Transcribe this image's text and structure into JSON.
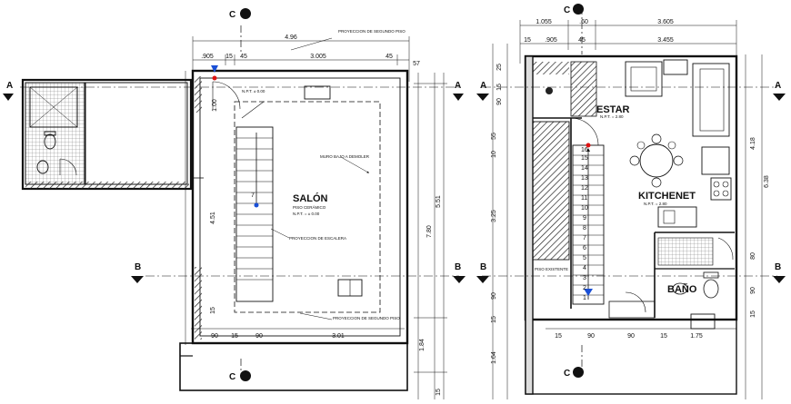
{
  "section_marks": [
    "A",
    "B",
    "C"
  ],
  "left_plan": {
    "top_note": "PROYECCION DE SEGUNDO PISO",
    "top_dims": [
      "4.96",
      ".905",
      "15",
      "45",
      "3.005",
      "45",
      "57"
    ],
    "right_dims": [
      "5.51",
      "7.80",
      "1.84",
      "15"
    ],
    "left_dims": [
      "1.00",
      "4.51",
      "15"
    ],
    "bottom_dims": [
      "90",
      "15",
      "90",
      "3.01"
    ],
    "room_name": "SALÓN",
    "room_floor": "PISO CERÁMICO",
    "room_level": "N.P.T. = ± 0.00",
    "wall_note": "MURO BAJO A DEMOLER",
    "stair_note": "PROYECCION DE ESCALERA",
    "bottom_note": "PROYECCION DE SEGUNDO PISO",
    "stair_number": "7",
    "entry_note": "N.P.T. ± 0.00"
  },
  "right_plan": {
    "top_dims": [
      "1.055",
      ".60",
      "3.605",
      "15",
      ".905",
      "45",
      "3.455"
    ],
    "left_dims": [
      "25",
      "15",
      "90",
      "55",
      "10",
      "3.25",
      "90",
      "15",
      "1.64"
    ],
    "right_dims": [
      "4.18",
      "6.38",
      "80",
      "90",
      "15"
    ],
    "bottom_dims": [
      "15",
      "90",
      "90",
      "15",
      "1.75"
    ],
    "room_estar": "ESTAR",
    "estar_level": "N.P.T. = 2.80",
    "room_kitchenet": "KITCHENET",
    "kitchenet_level": "N.P.T. = 2.80",
    "room_bano": "BAÑO",
    "existing_floor_note": "PISO EXISTENTE",
    "stair_numbers": [
      "1",
      "2",
      "3",
      "4",
      "5",
      "6",
      "7",
      "8",
      "9",
      "10",
      "11",
      "12",
      "13",
      "14",
      "15",
      "16"
    ]
  }
}
